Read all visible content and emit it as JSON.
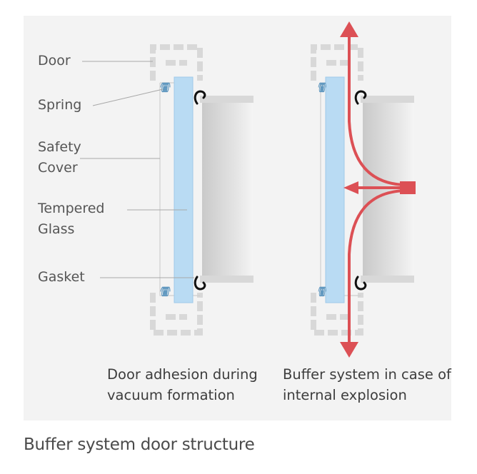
{
  "labels": {
    "door": "Door",
    "spring": "Spring",
    "safety_cover_1": "Safety",
    "safety_cover_2": "Cover",
    "tempered_glass_1": "Tempered",
    "tempered_glass_2": "Glass",
    "gasket": "Gasket"
  },
  "captions": {
    "left_1": "Door adhesion during",
    "left_2": "vacuum formation",
    "right_1": "Buffer system in case of",
    "right_2": "internal explosion"
  },
  "footer": "Buffer system door structure",
  "colors": {
    "panel": "#f3f3f3",
    "frame": "#d8d8d8",
    "glass": "#b9dbf3",
    "arrow": "#dc5055",
    "gasket": "#111111",
    "spring": "#5f97bf"
  }
}
